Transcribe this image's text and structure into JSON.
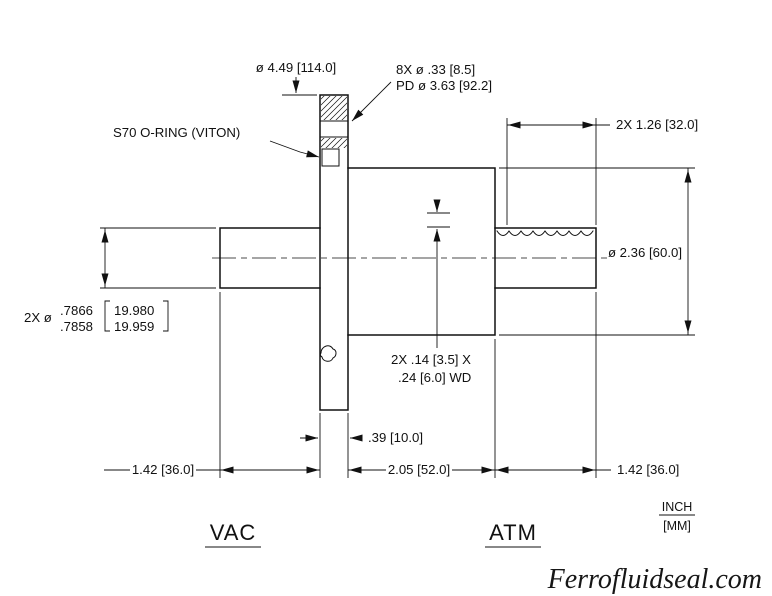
{
  "drawing": {
    "title_hint": "ferrofluid rotary seal feedthrough cross-section",
    "flange_od": "ø 4.49 [114.0]",
    "bolt_holes": {
      "line1": "8X ø .33 [8.5]",
      "line2": "PD ø 3.63 [92.2]"
    },
    "oring_note": "S70 O-RING (VITON)",
    "shaft_extension": "2X 1.26 [32.0]",
    "body_od": "ø 2.36 [60.0]",
    "shaft_diameter": {
      "prefix": "2X ø",
      "inch_upper": ".7866",
      "inch_lower": ".7858",
      "mm_upper": "19.980",
      "mm_lower": "19.959"
    },
    "groove": {
      "line1": "2X .14 [3.5] X",
      "line2": ".24 [6.0] WD"
    },
    "flange_thickness": ".39 [10.0]",
    "dim_left": "1.42 [36.0]",
    "dim_mid": "2.05 [52.0]",
    "dim_right": "1.42 [36.0]",
    "label_vac": "VAC",
    "label_atm": "ATM",
    "units": {
      "line1": "INCH",
      "line2": "[MM]"
    },
    "brand": "Ferrofluidseal.com"
  },
  "colors": {
    "line": "#111111",
    "background": "#ffffff"
  }
}
